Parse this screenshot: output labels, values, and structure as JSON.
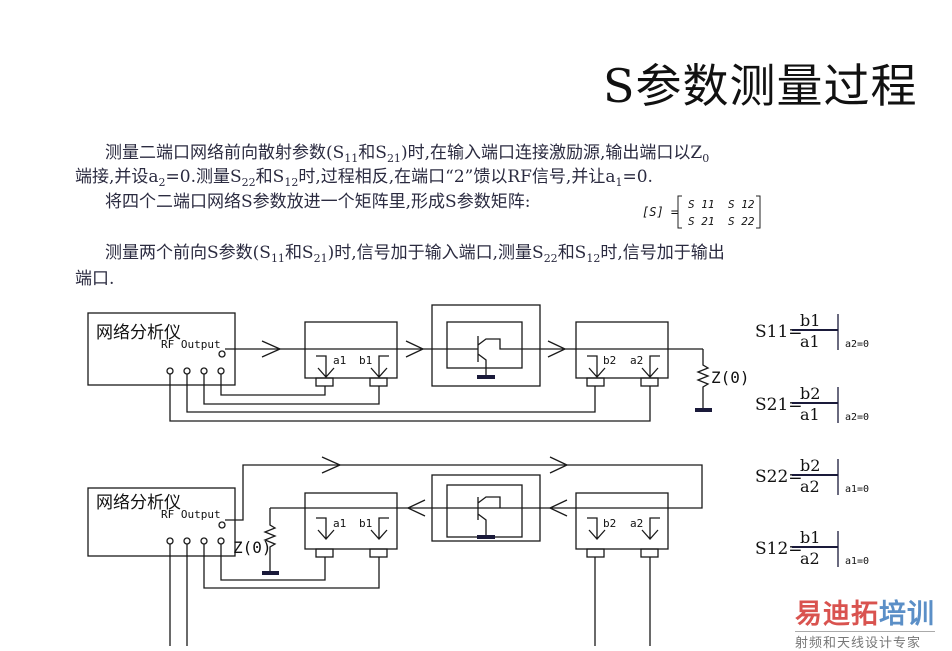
{
  "title": "S参数测量过程",
  "paragraph_lines": [
    [
      {
        "t": "测量二端口网络前向散射参数(S"
      },
      {
        "sub": "11"
      },
      {
        "t": "和S"
      },
      {
        "sub": "21"
      },
      {
        "t": ")时,在输入端口连接激励源,输出端口以Z"
      },
      {
        "sub": "0"
      }
    ],
    [
      {
        "t": "端接,并设a"
      },
      {
        "sub": "2"
      },
      {
        "t": "=0.测量S"
      },
      {
        "sub": "22"
      },
      {
        "t": "和S"
      },
      {
        "sub": "12"
      },
      {
        "t": "时,过程相反,在端口“2”馈以RF信号,并让a"
      },
      {
        "sub": "1"
      },
      {
        "t": "=0."
      }
    ],
    [
      {
        "t": "将四个二端口网络S参数放进一个矩阵里,形成S参数矩阵:"
      }
    ],
    [
      {
        "t": "测量两个前向S参数(S"
      },
      {
        "sub": "11"
      },
      {
        "t": "和S"
      },
      {
        "sub": "21"
      },
      {
        "t": ")时,信号加于输入端口,测量S"
      },
      {
        "sub": "22"
      },
      {
        "t": "和S"
      },
      {
        "sub": "12"
      },
      {
        "t": "时,信号加于输出"
      }
    ],
    [
      {
        "t": "端口."
      }
    ]
  ],
  "matrix": {
    "lhs": "[S] =",
    "s11": "S 11",
    "s12": "S 12",
    "s21": "S 21",
    "s22": "S 22"
  },
  "diagram": {
    "analyzer_label": "网络分析仪",
    "rf_output_label": "RF Output",
    "load_label": "Z(0)",
    "coupler1_labels": [
      "a1",
      "b1"
    ],
    "coupler2_labels": [
      "b2",
      "a2"
    ]
  },
  "formulas": [
    {
      "lhs": "S11=",
      "num": "b1",
      "den": "a1",
      "cond": "a2=0"
    },
    {
      "lhs": "S21=",
      "num": "b2",
      "den": "a1",
      "cond": "a2=0"
    },
    {
      "lhs": "S22=",
      "num": "b2",
      "den": "a2",
      "cond": "a1=0"
    },
    {
      "lhs": "S12=",
      "num": "b1",
      "den": "a2",
      "cond": "a1=0"
    }
  ],
  "watermark": {
    "main_red": "易迪拓",
    "main_blue": "培训",
    "sub": "射频和天线设计专家",
    "red": "#d9534f",
    "blue": "#5b8fc7"
  }
}
